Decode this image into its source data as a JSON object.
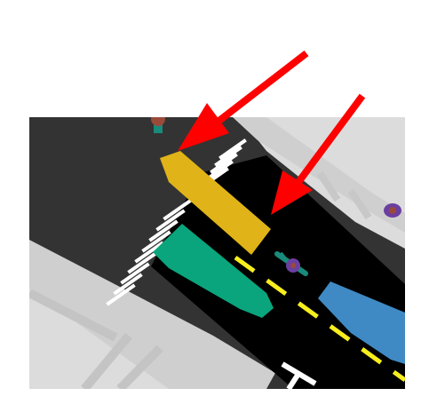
{
  "scene": {
    "kind": "top-down street crossing",
    "colors": {
      "background": "#ffffff",
      "asphalt": "#333333",
      "road_surface": "#000000",
      "sidewalk": "#cfcfcf",
      "sidewalk_light": "#dcdcdc",
      "crosswalk_stripe": "#ffffff",
      "lane_divider": "#f7ee1e",
      "arrow": "#ff0000"
    }
  },
  "vehicles": [
    {
      "id": "yellow-car",
      "color": "#e0b418",
      "highlighted": true
    },
    {
      "id": "green-car",
      "color": "#0aa57c",
      "highlighted": false
    },
    {
      "id": "blue-car",
      "color": "#3f8ac4",
      "highlighted": false
    }
  ],
  "agents": [
    {
      "id": "cyclist",
      "kind": "bicycle rider",
      "body_color": "#1a8a7a",
      "head_color": "#6b3fa0"
    },
    {
      "id": "pedestrian-top",
      "kind": "pedestrian",
      "body_color": "#1a8a7a",
      "head_color": "#9a4a3a"
    },
    {
      "id": "pedestrian-right",
      "kind": "pedestrian",
      "body_color": "#6b3fa0",
      "head_color": "#9a4a3a"
    }
  ],
  "annotations": [
    {
      "id": "arrow-left",
      "icon": "arrow-icon",
      "points_to": "yellow-car"
    },
    {
      "id": "arrow-right",
      "icon": "arrow-icon",
      "points_to": "yellow-car"
    }
  ]
}
